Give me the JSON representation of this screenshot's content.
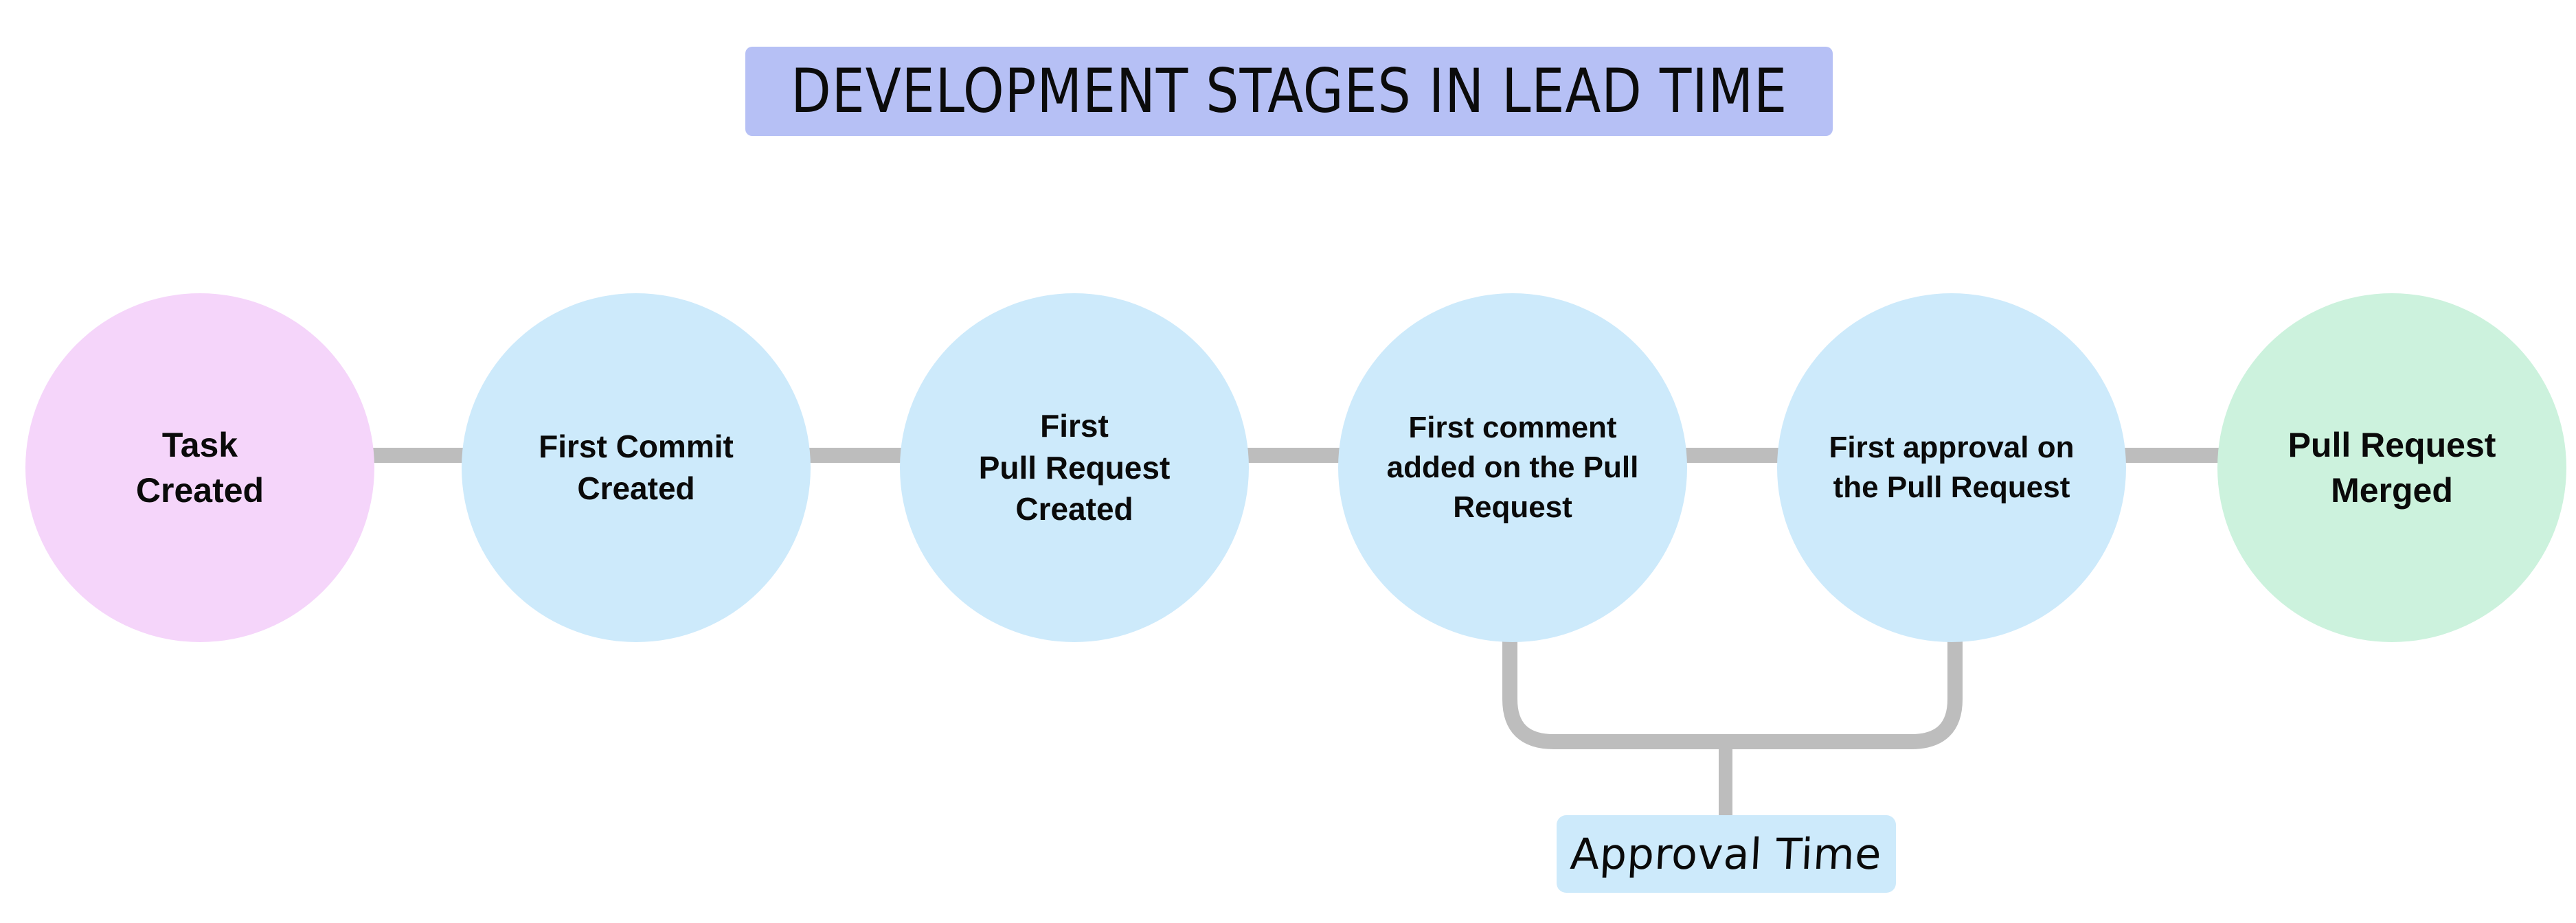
{
  "diagram": {
    "title": "DEVELOPMENT STAGES IN LEAD TIME",
    "title_bg_color": "#b6c0f5",
    "connector_color": "#bdbdbd",
    "background_color": "#ffffff",
    "nodes": [
      {
        "id": "task-created",
        "label": "Task\nCreated",
        "color": "#f5d5fa"
      },
      {
        "id": "first-commit-created",
        "label": "First Commit\nCreated",
        "color": "#cdeafb"
      },
      {
        "id": "first-pull-request",
        "label": "First\nPull Request\nCreated",
        "color": "#cdeafb"
      },
      {
        "id": "first-comment",
        "label": "First comment\nadded on the Pull\nRequest",
        "color": "#cdeafb"
      },
      {
        "id": "first-approval",
        "label": "First approval on\nthe Pull Request",
        "color": "#cdeafb"
      },
      {
        "id": "pull-request-merged",
        "label": "Pull Request\nMerged",
        "color": "#ccf2dd"
      }
    ],
    "annotation": {
      "label": "Approval Time",
      "bg_color": "#cdeafb",
      "spans_from": "first-comment",
      "spans_to": "first-approval"
    }
  }
}
